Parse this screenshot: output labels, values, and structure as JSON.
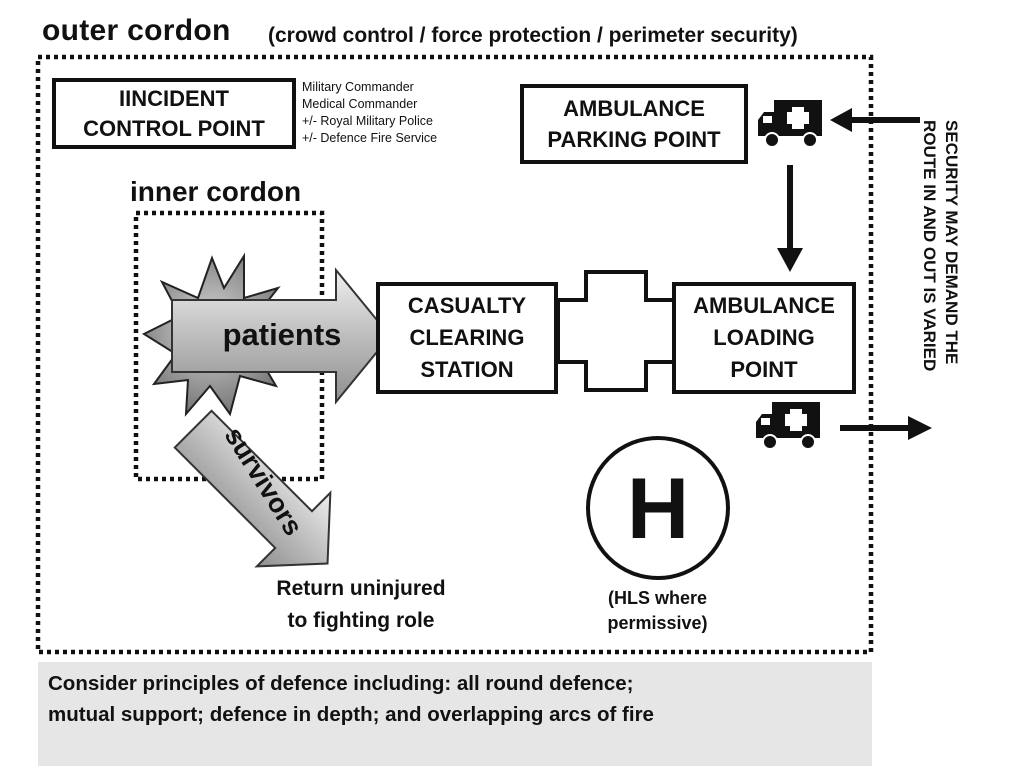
{
  "outer_cordon": {
    "title": "outer cordon",
    "subtitle": "(crowd control / force protection / perimeter security)"
  },
  "incident_control_point": {
    "line1": "IINCIDENT",
    "line2": "CONTROL POINT",
    "roles": [
      "Military Commander",
      "Medical Commander",
      "+/- Royal Military Police",
      "+/- Defence Fire Service"
    ]
  },
  "ambulance_parking_point": {
    "line1": "AMBULANCE",
    "line2": "PARKING POINT"
  },
  "inner_cordon": {
    "label": "inner cordon"
  },
  "patients_arrow": {
    "label": "patients"
  },
  "survivors_arrow": {
    "label": "survivors"
  },
  "casualty_clearing_station": {
    "line1": "CASUALTY",
    "line2": "CLEARING",
    "line3": "STATION"
  },
  "ambulance_loading_point": {
    "line1": "AMBULANCE",
    "line2": "LOADING",
    "line3": "POINT"
  },
  "return_note": {
    "line1": "Return uninjured",
    "line2": "to fighting role"
  },
  "helicopter_landing_site": {
    "symbol": "H",
    "line1": "(HLS where",
    "line2": "permissive)"
  },
  "security_note": {
    "line1": "SECURITY MAY DEMAND THE",
    "line2": "ROUTE IN AND OUT IS VARIED"
  },
  "footer": {
    "line1": "Consider principles of defence including: all round defence;",
    "line2": "mutual support; defence in depth; and overlapping arcs of fire"
  },
  "colors": {
    "ink": "#111111",
    "arrow_fill": "#c8c8c8",
    "star_fill": "#8a8a8a",
    "footer_bg": "#e6e6e6"
  },
  "icons": [
    "ambulance-icon",
    "ambulance-icon",
    "medical-cross-icon",
    "explosion-star-icon"
  ]
}
